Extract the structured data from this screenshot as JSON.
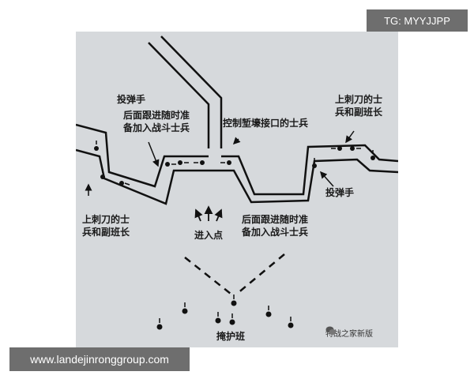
{
  "watermark_tg": "TG: MYYJJPP",
  "watermark_url": "www.landejinronggroup.com",
  "watermark_wechat": "特战之家新版",
  "diagram": {
    "label_grenadier_left": "投弹手",
    "label_followers_left_1": "后面跟进随时准",
    "label_followers_left_2": "备加入战斗士兵",
    "label_control": "控制堑壕接口的士兵",
    "label_bayonet_right_1": "上刺刀的士",
    "label_bayonet_right_2": "兵和副班长",
    "label_bayonet_left_1": "上刺刀的士",
    "label_bayonet_left_2": "兵和副班长",
    "label_entry": "进入点",
    "label_followers_mid_1": "后面跟进随时准",
    "label_followers_mid_2": "备加入战斗士兵",
    "label_grenadier_right": "投弹手",
    "label_cover": "掩护班"
  }
}
